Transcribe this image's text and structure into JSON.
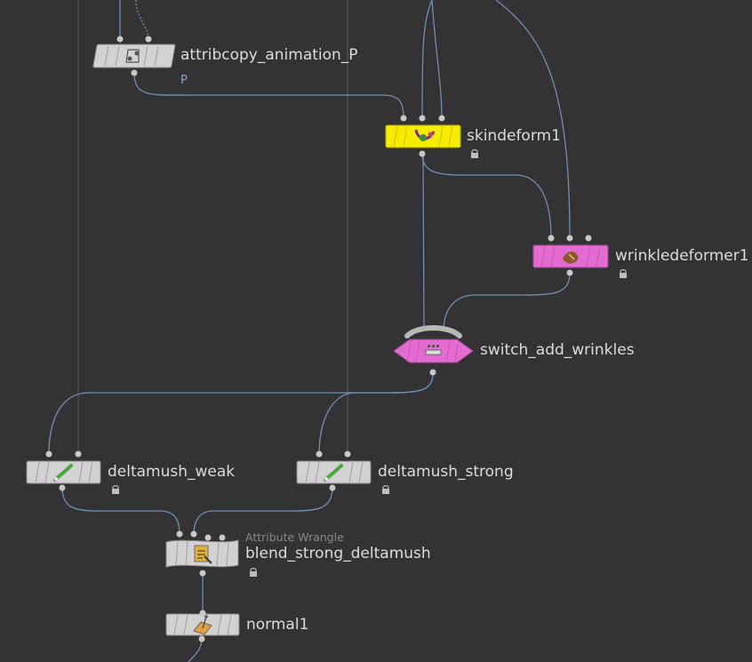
{
  "nodes": {
    "attribcopy": {
      "label": "attribcopy_animation_P",
      "port_label": "P",
      "icon": "attribcopy-icon"
    },
    "skindeform": {
      "label": "skindeform1",
      "icon": "skindeform-icon",
      "color": "#f5ec00"
    },
    "wrinkledeformer": {
      "label": "wrinkledeformer1",
      "icon": "wrinkle-icon",
      "color": "#e46bd1"
    },
    "switch": {
      "label": "switch_add_wrinkles",
      "icon": "switch-icon",
      "color": "#e46bd1"
    },
    "deltamush_weak": {
      "label": "deltamush_weak",
      "icon": "deltamush-icon"
    },
    "deltamush_strong": {
      "label": "deltamush_strong",
      "icon": "deltamush-icon"
    },
    "blend": {
      "type_label": "Attribute Wrangle",
      "label": "blend_strong_deltamush",
      "icon": "wrangle-icon"
    },
    "normal": {
      "label": "normal1",
      "icon": "normal-icon"
    }
  },
  "colors": {
    "background": "#333333",
    "wire": "#6f8fb5",
    "gray_node": "#d2d2d2",
    "port": "#c8c8c8"
  }
}
